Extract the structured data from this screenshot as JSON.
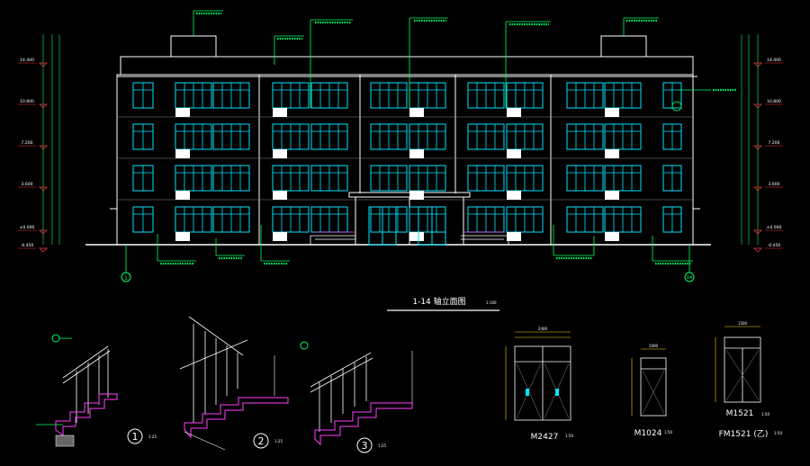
{
  "drawing": {
    "elevation_title": "1-14 轴立面图",
    "elevation_scale": "1:100",
    "axis_left": "1",
    "axis_right": "14"
  },
  "levels_left": [
    "14.400",
    "10.800",
    "7.200",
    "3.600",
    "±0.000",
    "-0.450"
  ],
  "levels_right": [
    "14.400",
    "10.800",
    "7.200",
    "3.600",
    "±0.000",
    "-0.450"
  ],
  "details": [
    {
      "number": "1",
      "scale": "1:25"
    },
    {
      "number": "2",
      "scale": "1:25"
    },
    {
      "number": "3",
      "scale": "1:25"
    }
  ],
  "doors": [
    {
      "label": "M2427",
      "scale": "1:50",
      "width": "2400"
    },
    {
      "label": "M1024",
      "scale": "1:50",
      "width": "1000"
    },
    {
      "label": "M1521",
      "scale": "1:50",
      "width": "1500",
      "alt_label": "FM1521 (乙)"
    }
  ],
  "colors": {
    "background": "#000000",
    "outline": "#ffffff",
    "window": "#00e5ff",
    "leader": "#00ff66",
    "level": "#ff3b3b",
    "dim": "#ffd400",
    "detail": "#ff40ff"
  }
}
